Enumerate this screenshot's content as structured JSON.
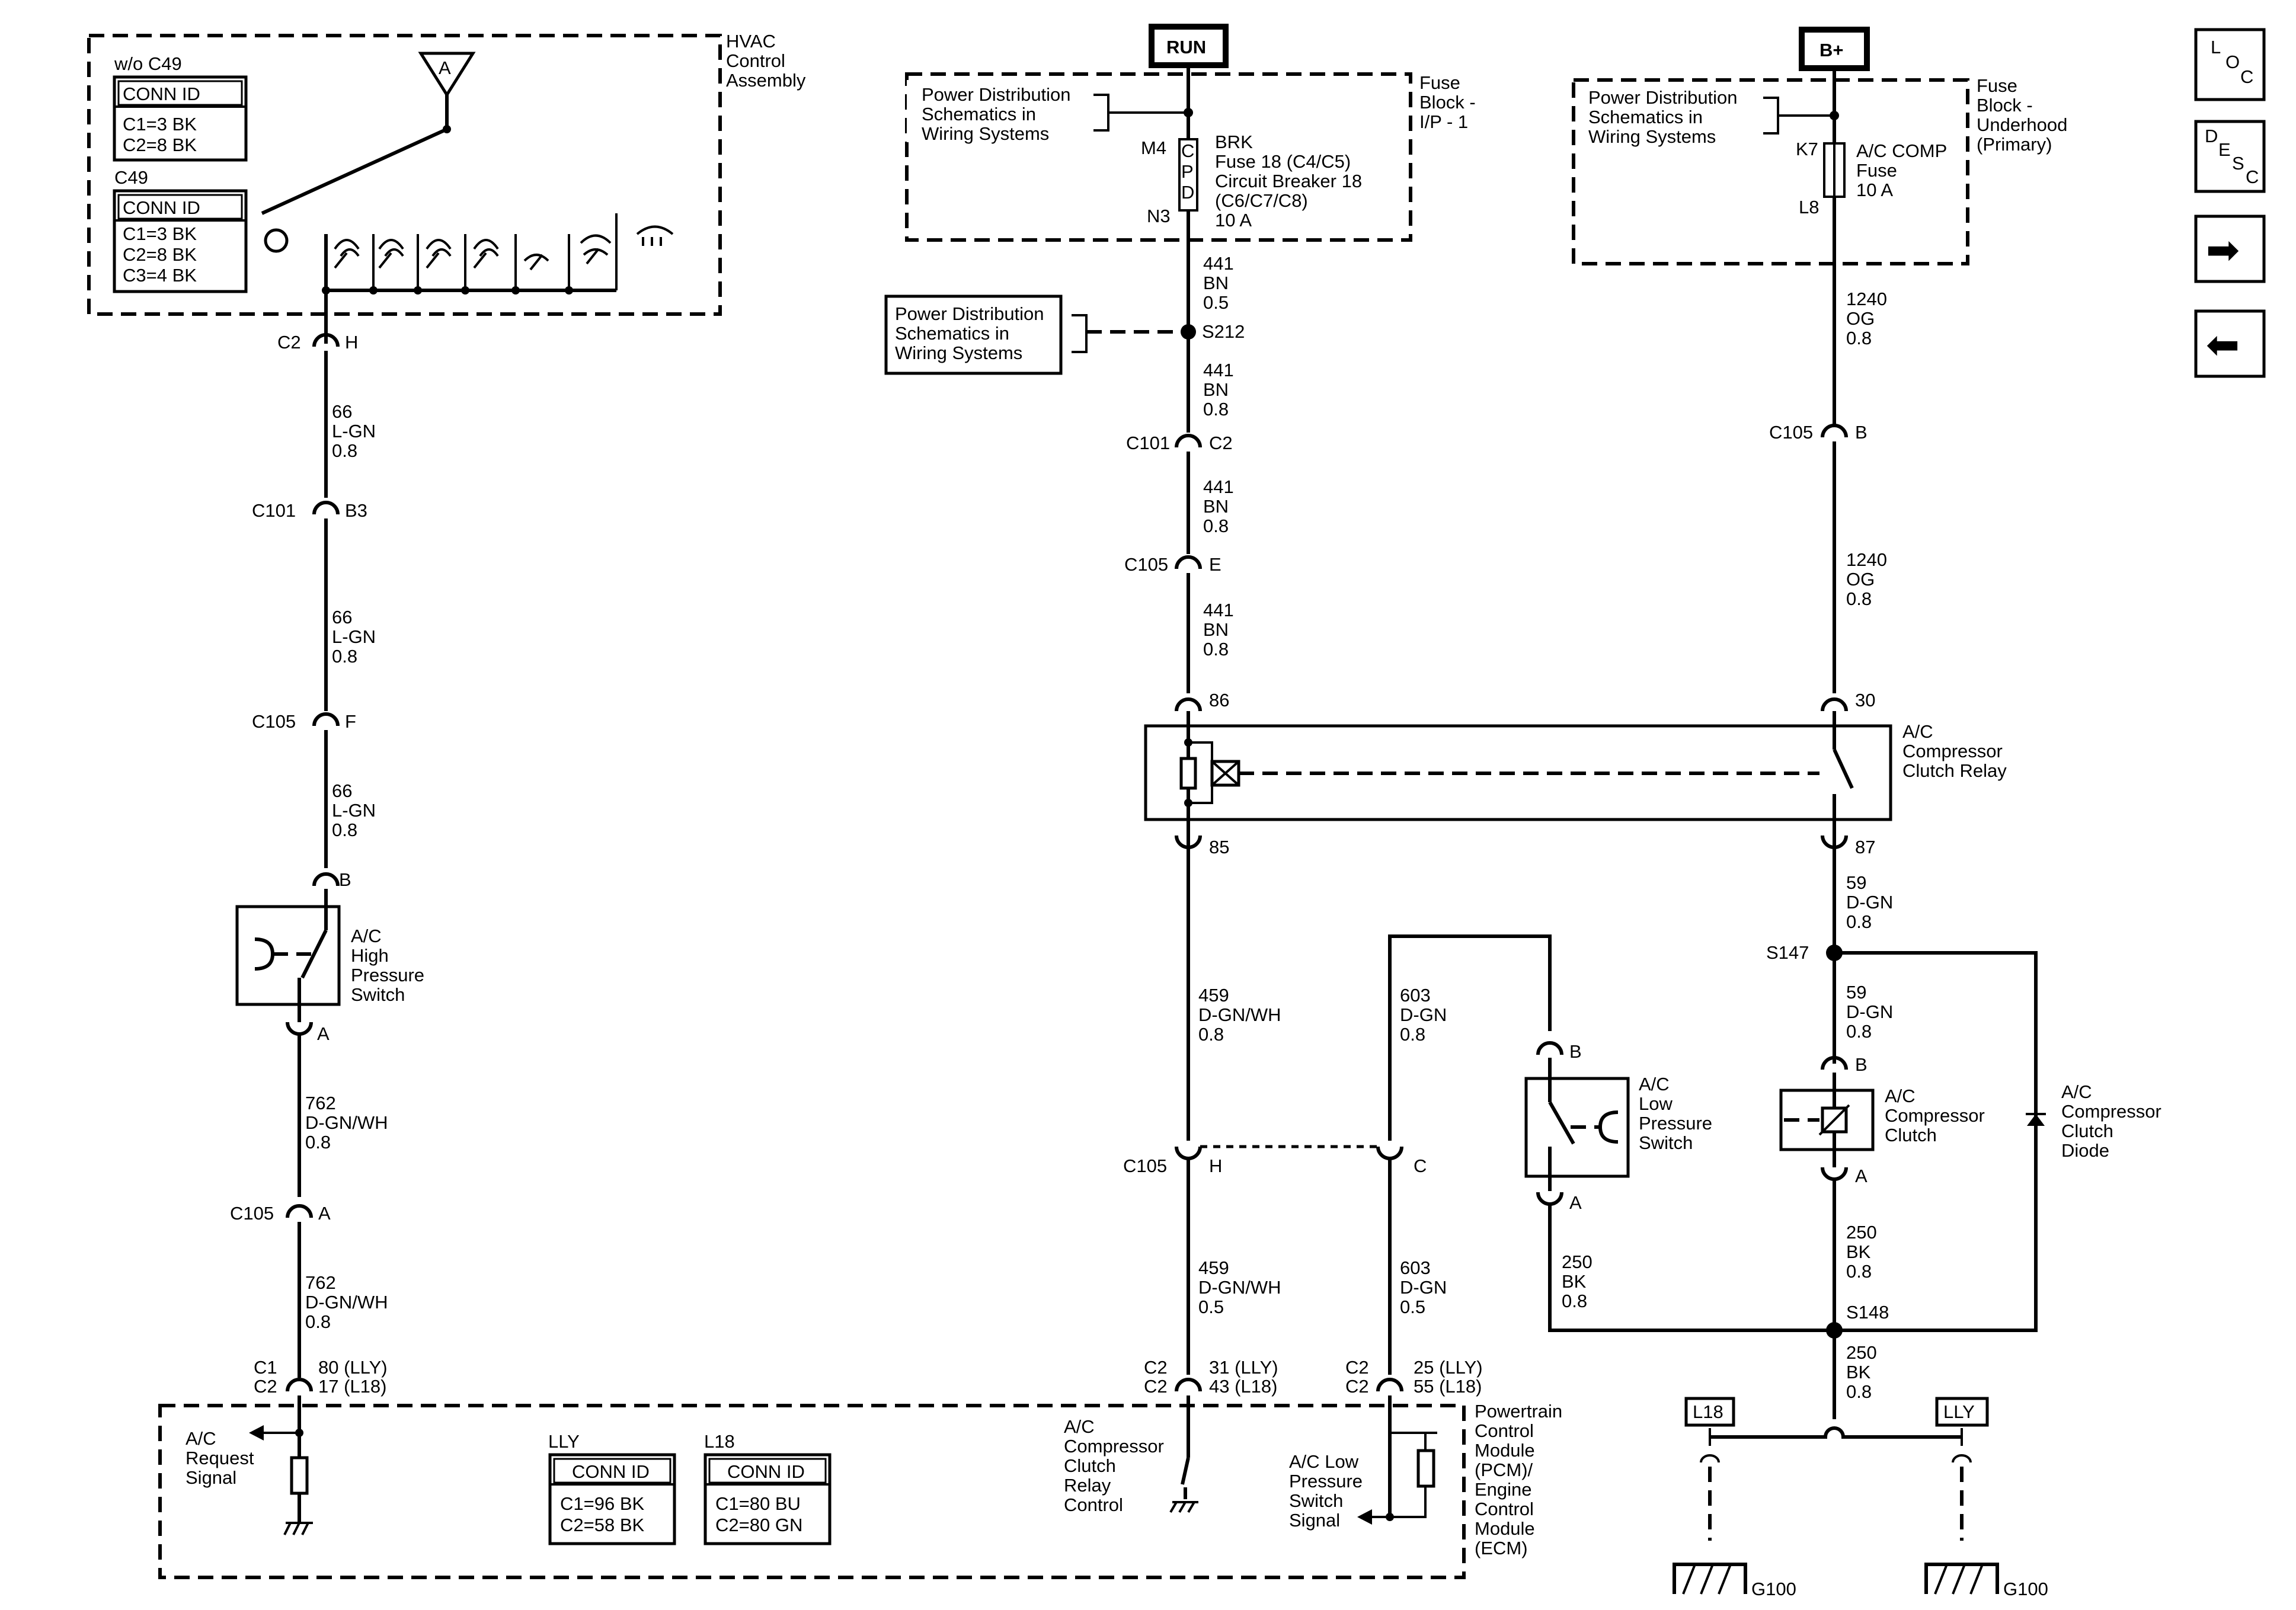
{
  "hvac": {
    "title": [
      "HVAC",
      "Control",
      "Assembly"
    ],
    "wo_c49_label": "w/o C49",
    "wo_c49_conn": {
      "header": "CONN ID",
      "rows": [
        "C1=3 BK",
        "C2=8 BK"
      ]
    },
    "c49_label": "C49",
    "c49_conn": {
      "header": "CONN ID",
      "rows": [
        "C1=3 BK",
        "C2=8 BK",
        "C3=4 BK"
      ]
    },
    "antenna_label": "A"
  },
  "left_circuit": {
    "c2_conn": {
      "left": "C2",
      "right": "H"
    },
    "wire1": [
      "66",
      "L-GN",
      "0.8"
    ],
    "c101": {
      "left": "C101",
      "right": "B3"
    },
    "wire2": [
      "66",
      "L-GN",
      "0.8"
    ],
    "c105f": {
      "left": "C105",
      "right": "F"
    },
    "wire3": [
      "66",
      "L-GN",
      "0.8"
    ],
    "pin_b": "B",
    "switch_label": [
      "A/C",
      "High",
      "Pressure",
      "Switch"
    ],
    "pin_a": "A",
    "wire4": [
      "762",
      "D-GN/WH",
      "0.8"
    ],
    "c105a": {
      "left": "C105",
      "right": "A"
    },
    "wire5": [
      "762",
      "D-GN/WH",
      "0.8"
    ],
    "ecm_conn": {
      "left1": "C1",
      "left2": "C2",
      "right1": "80 (LLY)",
      "right2": "17 (L18)"
    }
  },
  "run_circuit": {
    "source": "RUN",
    "pd_box": [
      "Power Distribution",
      "Schematics in",
      "Wiring  Systems"
    ],
    "fuse_block_label": [
      "Fuse",
      "Block -",
      "I/P - 1"
    ],
    "m4": "M4",
    "n3": "N3",
    "cpd": [
      "C",
      "P",
      "D"
    ],
    "fuse_text": [
      "BRK",
      "Fuse 18 (C4/C5)",
      "Circuit Breaker 18",
      "(C6/C7/C8)",
      "10 A"
    ],
    "wire1": [
      "441",
      "BN",
      "0.5"
    ],
    "pd_box2": [
      "Power Distribution",
      "Schematics in",
      "Wiring  Systems"
    ],
    "s212": "S212",
    "wire2": [
      "441",
      "BN",
      "0.8"
    ],
    "c101": {
      "left": "C101",
      "right": "C2"
    },
    "wire3": [
      "441",
      "BN",
      "0.8"
    ],
    "c105e": {
      "left": "C105",
      "right": "E"
    },
    "wire4": [
      "441",
      "BN",
      "0.8"
    ],
    "pin86": "86",
    "pin85": "85",
    "wire5": [
      "459",
      "D-GN/WH",
      "0.8"
    ],
    "c105h": {
      "left": "C105",
      "right": "H"
    },
    "wire6": [
      "459",
      "D-GN/WH",
      "0.5"
    ],
    "ecm_conn": {
      "left1": "C2",
      "left2": "C2",
      "right1": "31 (LLY)",
      "right2": "43 (L18)"
    }
  },
  "low_pressure": {
    "wire1": [
      "603",
      "D-GN",
      "0.8"
    ],
    "c105c": "C",
    "wire2": [
      "603",
      "D-GN",
      "0.5"
    ],
    "ecm_conn": {
      "left1": "C2",
      "left2": "C2",
      "right1": "25 (LLY)",
      "right2": "55 (L18)"
    },
    "pin_b": "B",
    "switch_label": [
      "A/C",
      "Low",
      "Pressure",
      "Switch"
    ],
    "pin_a": "A",
    "wire3": [
      "250",
      "BK",
      "0.8"
    ]
  },
  "bplus_circuit": {
    "source": "B+",
    "pd_box": [
      "Power Distribution",
      "Schematics in",
      "Wiring  Systems"
    ],
    "fuse_block_label": [
      "Fuse",
      "Block -",
      "Underhood",
      "(Primary)"
    ],
    "k7": "K7",
    "l8": "L8",
    "fuse_text": [
      "A/C COMP",
      "Fuse",
      "10 A"
    ],
    "wire1": [
      "1240",
      "OG",
      "0.8"
    ],
    "c105b": {
      "left": "C105",
      "right": "B"
    },
    "wire2": [
      "1240",
      "OG",
      "0.8"
    ],
    "pin30": "30",
    "relay_label": [
      "A/C",
      "Compressor",
      "Clutch Relay"
    ],
    "pin87": "87",
    "wire3": [
      "59",
      "D-GN",
      "0.8"
    ],
    "s147": "S147",
    "wire4": [
      "59",
      "D-GN",
      "0.8"
    ],
    "pin_b": "B",
    "clutch_label": [
      "A/C",
      "Compressor",
      "Clutch"
    ],
    "pin_a": "A",
    "diode_label": [
      "A/C",
      "Compressor",
      "Clutch",
      "Diode"
    ],
    "wire5": [
      "250",
      "BK",
      "0.8"
    ],
    "s148": "S148",
    "wire6": [
      "250",
      "BK",
      "0.8"
    ],
    "l18": "L18",
    "lly": "LLY",
    "g100a": "G100",
    "g100b": "G100"
  },
  "ecm": {
    "title": [
      "Powertrain",
      "Control",
      "Module",
      "(PCM)/",
      "Engine",
      "Control",
      "Module",
      "(ECM)"
    ],
    "ac_request": [
      "A/C",
      "Request",
      "Signal"
    ],
    "lly_label": "LLY",
    "lly_conn": {
      "header": "CONN ID",
      "rows": [
        "C1=96 BK",
        "C2=58 BK"
      ]
    },
    "l18_label": "L18",
    "l18_conn": {
      "header": "CONN ID",
      "rows": [
        "C1=80 BU",
        "C2=80 GN"
      ]
    },
    "relay_control": [
      "A/C",
      "Compressor",
      "Clutch",
      "Relay",
      "Control"
    ],
    "low_pressure_signal": [
      "A/C Low",
      "Pressure",
      "Switch",
      "Signal"
    ]
  },
  "nav": {
    "loc": [
      "L",
      "O",
      "C"
    ],
    "desc": [
      "D",
      "E",
      "S",
      "C"
    ],
    "next_glyph": "➡",
    "prev_glyph": "⬅"
  }
}
